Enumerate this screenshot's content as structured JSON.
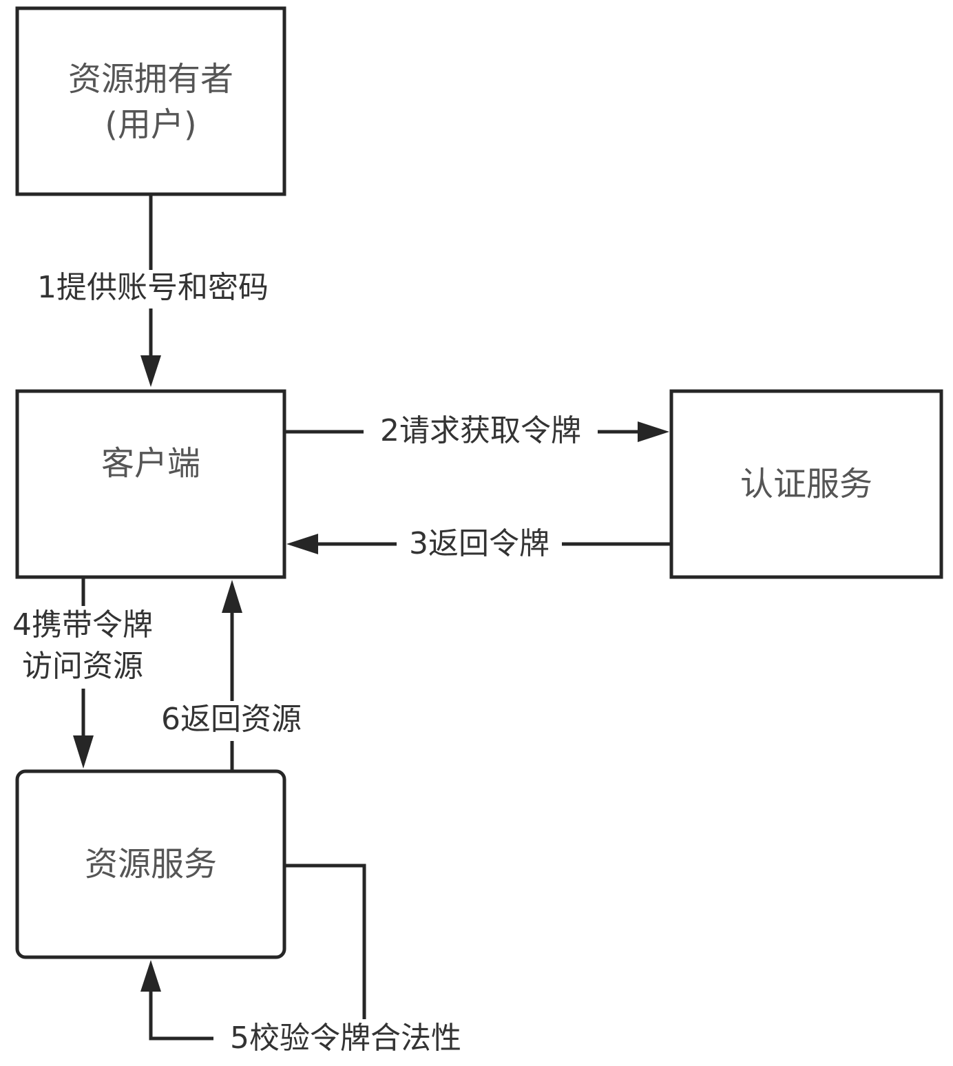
{
  "nodes": {
    "resource_owner": {
      "line1": "资源拥有者",
      "line2": "(用户)"
    },
    "client": {
      "label": "客户端"
    },
    "auth_service": {
      "label": "认证服务"
    },
    "resource_service": {
      "label": "资源服务"
    }
  },
  "edges": {
    "step1": {
      "label": "1提供账号和密码"
    },
    "step2": {
      "label": "2请求获取令牌"
    },
    "step3": {
      "label": "3返回令牌"
    },
    "step4": {
      "line1": "4携带令牌",
      "line2": "访问资源"
    },
    "step5": {
      "label": "5校验令牌合法性"
    },
    "step6": {
      "label": "6返回资源"
    }
  },
  "colors": {
    "stroke": "#262626",
    "box_text": "#555555",
    "label_text": "#333333",
    "background": "#ffffff"
  }
}
